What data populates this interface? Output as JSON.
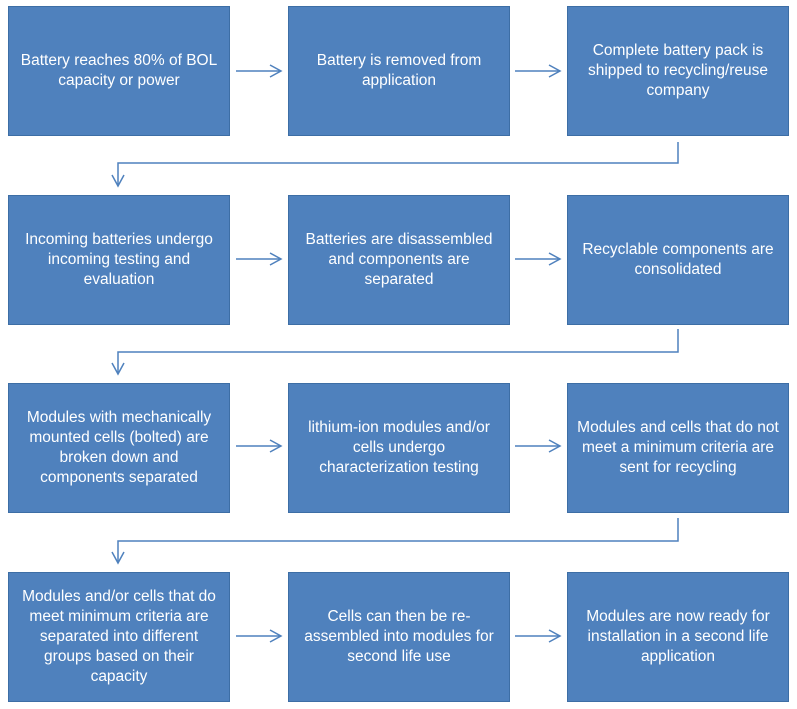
{
  "rows": [
    {
      "boxes": [
        {
          "text": "Battery reaches 80% of BOL capacity or power"
        },
        {
          "text": "Battery is removed from application"
        },
        {
          "text": "Complete battery pack is shipped to recycling/reuse company"
        }
      ]
    },
    {
      "boxes": [
        {
          "text": "Incoming batteries undergo incoming testing and evaluation"
        },
        {
          "text": "Batteries are disassembled and components are separated"
        },
        {
          "text": "Recyclable components are consolidated"
        }
      ]
    },
    {
      "boxes": [
        {
          "text": "Modules with mechanically mounted cells (bolted) are broken down and components separated"
        },
        {
          "text": "lithium-ion modules and/or cells undergo characterization testing"
        },
        {
          "text": "Modules and cells that do not meet a minimum criteria are sent for recycling"
        }
      ]
    },
    {
      "boxes": [
        {
          "text": "Modules and/or cells that do meet minimum criteria are separated into different groups based on their capacity"
        },
        {
          "text": "Cells can then be re-assembled into modules for second life use"
        },
        {
          "text": "Modules are now ready for installation in a second life application"
        }
      ]
    }
  ],
  "colors": {
    "box_fill": "#4f81bd",
    "arrow": "#4f81bd",
    "text": "#ffffff"
  }
}
